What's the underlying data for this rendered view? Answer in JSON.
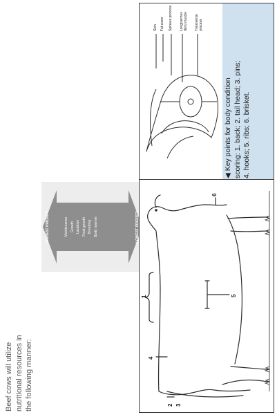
{
  "intro": {
    "line1": "Beef cows will utilize",
    "line2": "nutritional resources in",
    "line3": "the following manner:"
  },
  "priority": {
    "highest": "HIGHEST PRIORITY",
    "lowest": "LOWEST PRIORITY",
    "items": [
      "Maintenance",
      "Growth",
      "Lactation",
      "Fetal growth",
      "Breeding",
      "Body reserve"
    ],
    "arrow_color": "#8e8e8e"
  },
  "cow_diagram": {
    "markers": [
      "1",
      "2",
      "3",
      "4",
      "5",
      "6"
    ]
  },
  "cross_section": {
    "labels": [
      "Skin",
      "Fat cover",
      "Spinous process",
      "Longissimus dorsi muscle",
      "Transverse process"
    ],
    "panel_color": "#cfe1ef"
  },
  "caption": {
    "arrow": "◀",
    "line1": "Key points for body condition",
    "line2": "scoring: 1. back; 2. tail head; 3. pins;",
    "line3": "4. hooks; 5. ribs; 6. brisket."
  }
}
